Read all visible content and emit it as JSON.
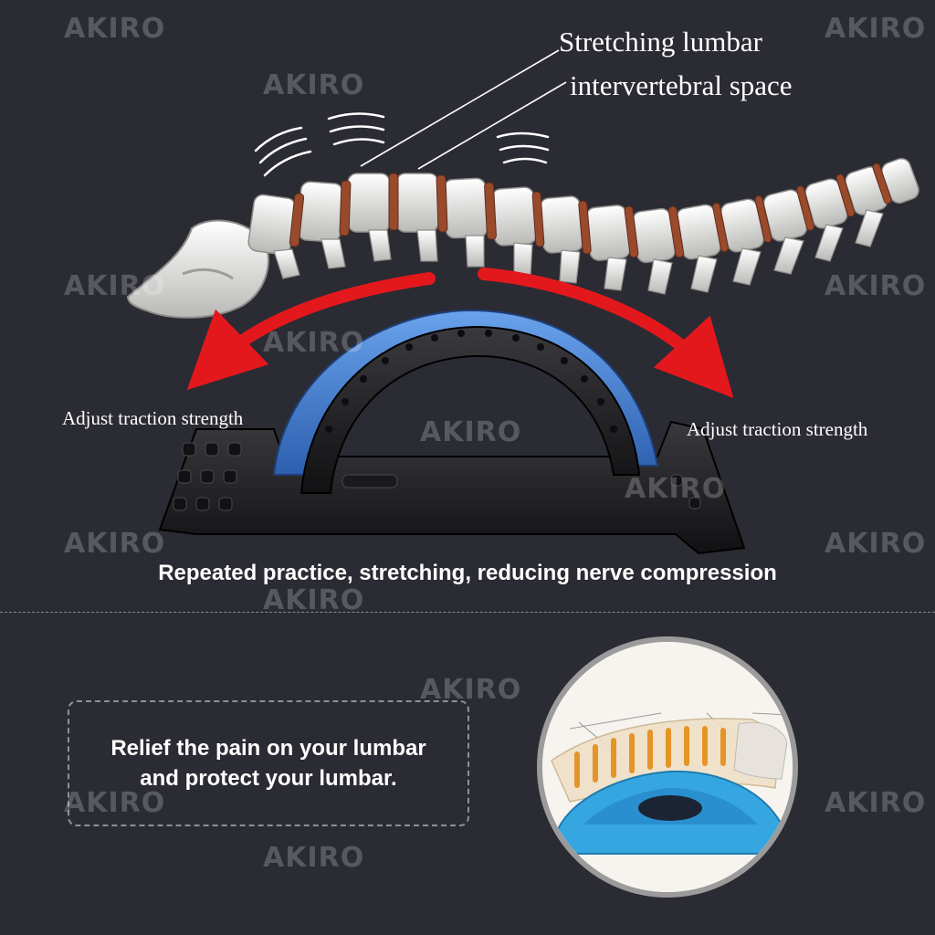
{
  "watermark": "AKIRO",
  "labels": {
    "stretch_line1": "Stretching lumbar",
    "stretch_line2": "intervertebral space",
    "adjust_left": "Adjust traction strength",
    "adjust_right": "Adjust traction strength"
  },
  "caption": "Repeated practice, stretching, reducing nerve compression",
  "relief": {
    "line1": "Relief the pain on your lumbar",
    "line2": "and protect your lumbar."
  },
  "colors": {
    "background": "#2a2b33",
    "arrow": "#e3181d",
    "stretcher_blue": "#3c7fd6",
    "disc_brown": "#9a4a2c",
    "bone": "#e9e9e6"
  },
  "icons": [
    "spine-illustration",
    "stretcher-device",
    "traction-arrow",
    "spine-closeup-photo"
  ]
}
